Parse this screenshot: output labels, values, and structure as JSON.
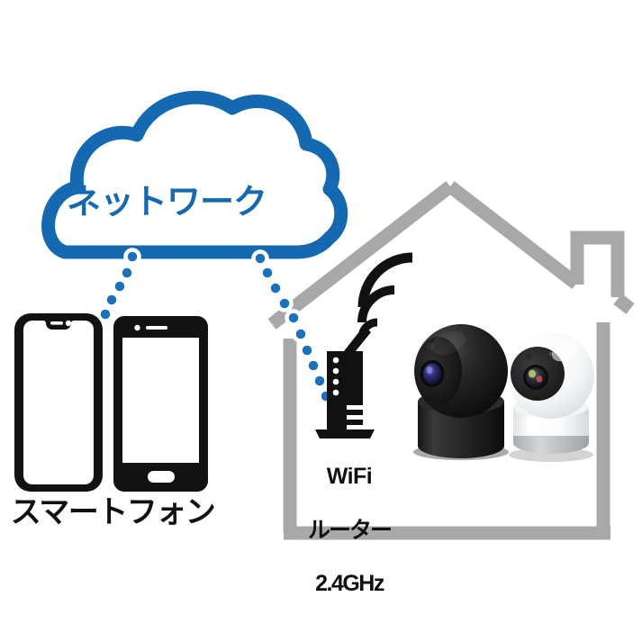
{
  "diagram": {
    "title": "Network camera connection diagram",
    "background_color": "#ffffff"
  },
  "colors": {
    "network_blue": "#1469b0",
    "dot_blue": "#1b72bb",
    "house_gray": "#a8a8a8",
    "device_black": "#121212",
    "camera_white": "#ffffff",
    "camera_base_gray": "#b9bcbe",
    "lens_blue": "#2a2a66"
  },
  "cloud": {
    "label": "ネットワーク",
    "icon": "cloud-icon",
    "stroke_color": "#1469b0"
  },
  "phones": {
    "label": "スマートフォン",
    "items": [
      {
        "name": "phone-notch",
        "style": "notch"
      },
      {
        "name": "phone-home-button",
        "style": "home-button"
      }
    ]
  },
  "router": {
    "label_line1": "WiFi",
    "label_line2": "ルーター",
    "label_line3": "2.4GHz",
    "icon": "wifi-router-icon",
    "signal_arcs": 3
  },
  "house": {
    "icon": "house-outline-icon",
    "stroke_color": "#a8a8a8",
    "has_chimney": true
  },
  "cameras": [
    {
      "name": "camera-black",
      "color": "black",
      "type": "pan-tilt-security-camera"
    },
    {
      "name": "camera-white",
      "color": "white",
      "type": "pan-tilt-security-camera"
    }
  ],
  "connections": [
    {
      "name": "cloud-to-phones",
      "style": "dotted",
      "color": "#1b72bb",
      "dot_count": 5
    },
    {
      "name": "cloud-to-router",
      "style": "dotted",
      "color": "#1b72bb",
      "dot_count": 10
    }
  ]
}
